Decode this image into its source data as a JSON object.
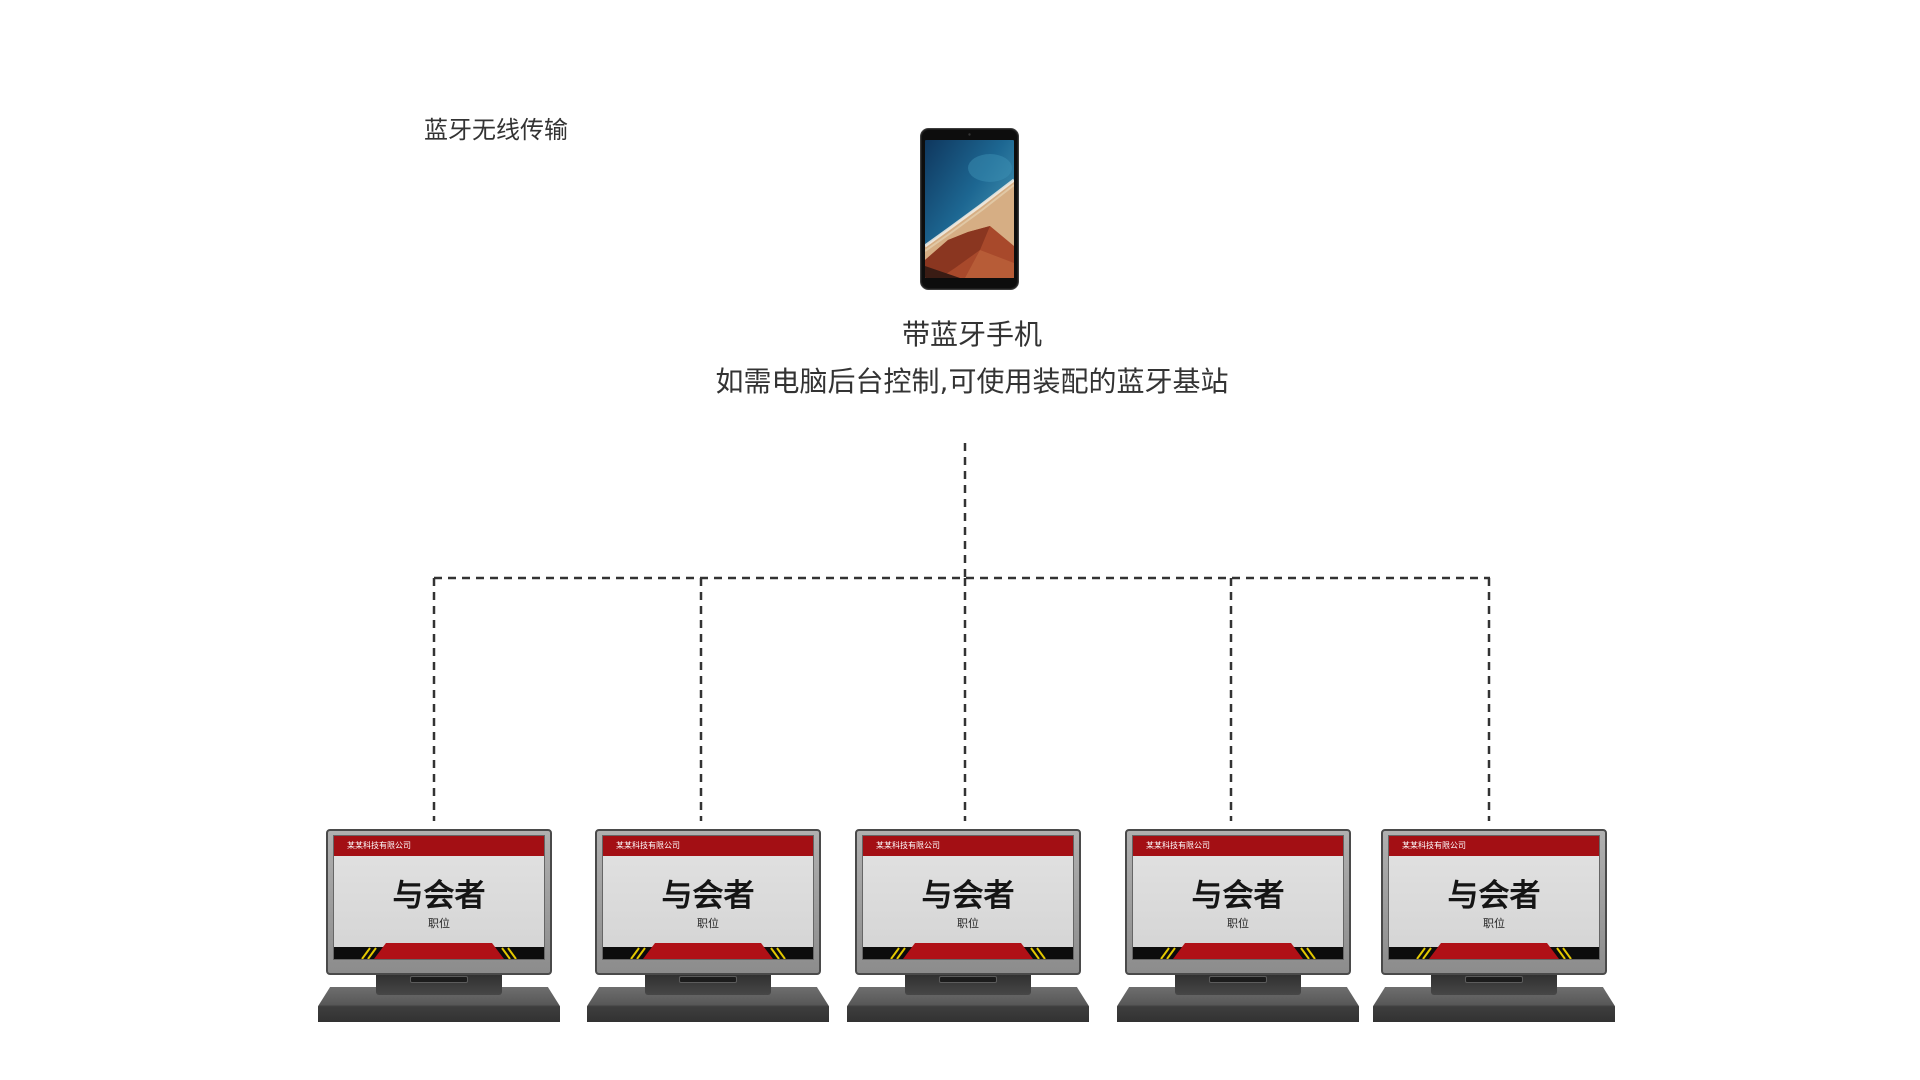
{
  "transfer_label": "蓝牙无线传输",
  "phone": {
    "title": "带蓝牙手机",
    "subtitle": "如需电脑后台控制,可使用装配的蓝牙基站"
  },
  "devices": [
    {
      "company": "某某科技有限公司",
      "name": "与会者",
      "position": "职位"
    },
    {
      "company": "某某科技有限公司",
      "name": "与会者",
      "position": "职位"
    },
    {
      "company": "某某科技有限公司",
      "name": "与会者",
      "position": "职位"
    },
    {
      "company": "某某科技有限公司",
      "name": "与会者",
      "position": "职位"
    },
    {
      "company": "某某科技有限公司",
      "name": "与会者",
      "position": "职位"
    }
  ],
  "colors": {
    "header_red": "#a30f14",
    "text": "#333333",
    "connector": "#333333",
    "accent_yellow": "#e3c800"
  }
}
